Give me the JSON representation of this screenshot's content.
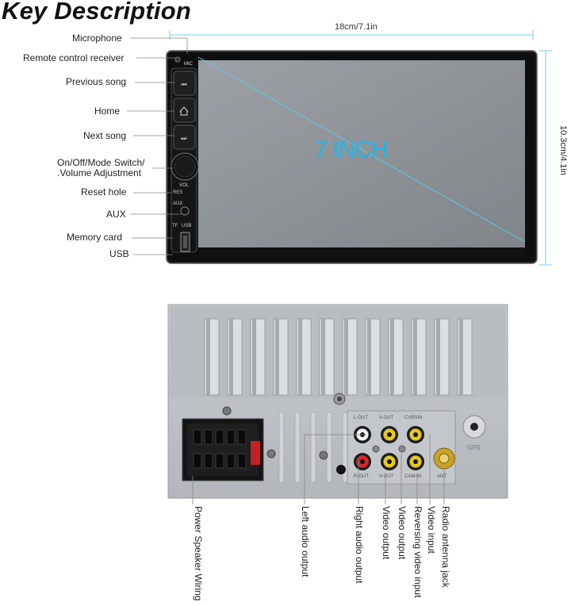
{
  "title": "Key Description",
  "front": {
    "width_dim": "18cm/7.1in",
    "height_dim": "10.3cm/4.1in",
    "screen_text": "7 INCH",
    "panel_marks": {
      "mic": "MIC",
      "vol": "VOL",
      "res": "RES",
      "aux": "AUX",
      "tf": "TF",
      "usb": "USB"
    },
    "labels": [
      "Microphone",
      "Remote control receiver",
      "Previous song",
      "Home",
      "Next song",
      "On/Off/Mode Switch/",
      ".Volume Adjustment",
      "Reset hole",
      "AUX",
      "Memory card",
      "USB"
    ]
  },
  "rear": {
    "panel_marks": {
      "lout": "L-OUT",
      "vout": "V-OUT",
      "cvbsin": "CVBSIN",
      "rout": "R-OUT",
      "vout2": "V-OUT",
      "cam": "CAM-IN",
      "ant": "ANT",
      "gps": "GPS"
    },
    "labels": [
      "Power Speaker Wiring",
      "Left audio output",
      "Right audio output",
      "Video output",
      "Video output",
      "Reversing video input",
      "Video input",
      "Radio antenna jack"
    ]
  },
  "colors": {
    "screen_text": "#1fb6e8",
    "accent_line": "#5bc8ec",
    "rca_yellow": "#e8c81a",
    "rca_red": "#d62828"
  }
}
